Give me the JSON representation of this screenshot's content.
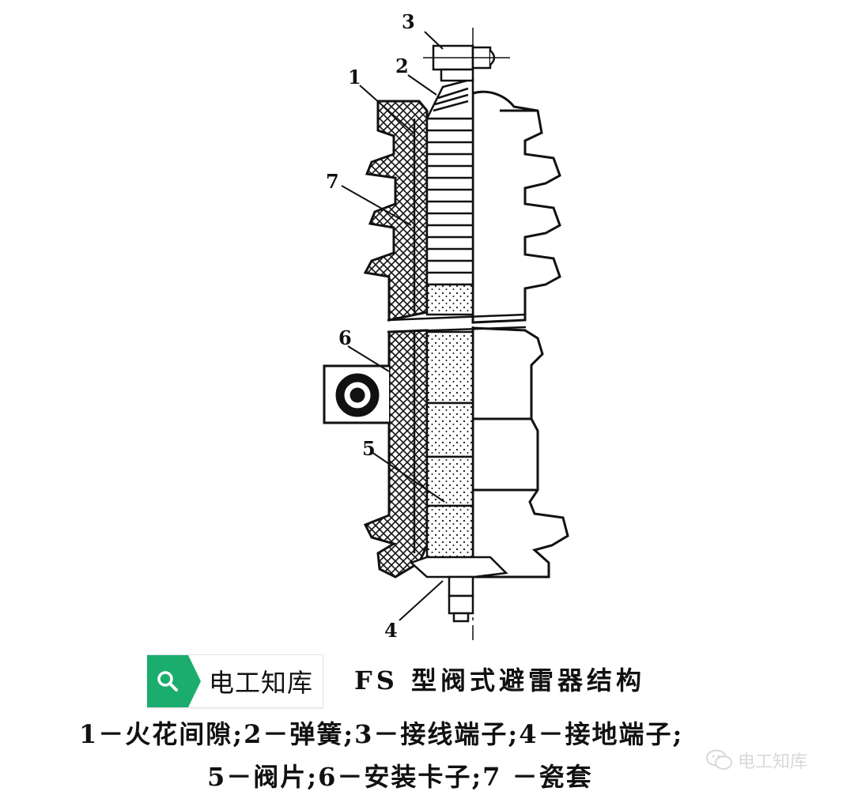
{
  "labels": {
    "one": "1",
    "two": "2",
    "three": "3",
    "four": "4",
    "five": "5",
    "six": "6",
    "seven": "7"
  },
  "badge": {
    "icon": "search-icon",
    "text": "电工知库",
    "color": "#1aad6e"
  },
  "caption": {
    "title": "FS 型阀式避雷器结构",
    "legend_line1": "1－火花间隙;2－弹簧;3－接线端子;4－接地端子;",
    "legend_line2": "5－阀片;6－安装卡子;7 －瓷套"
  },
  "watermark": {
    "icon": "wechat-icon",
    "text": "电工知库"
  }
}
